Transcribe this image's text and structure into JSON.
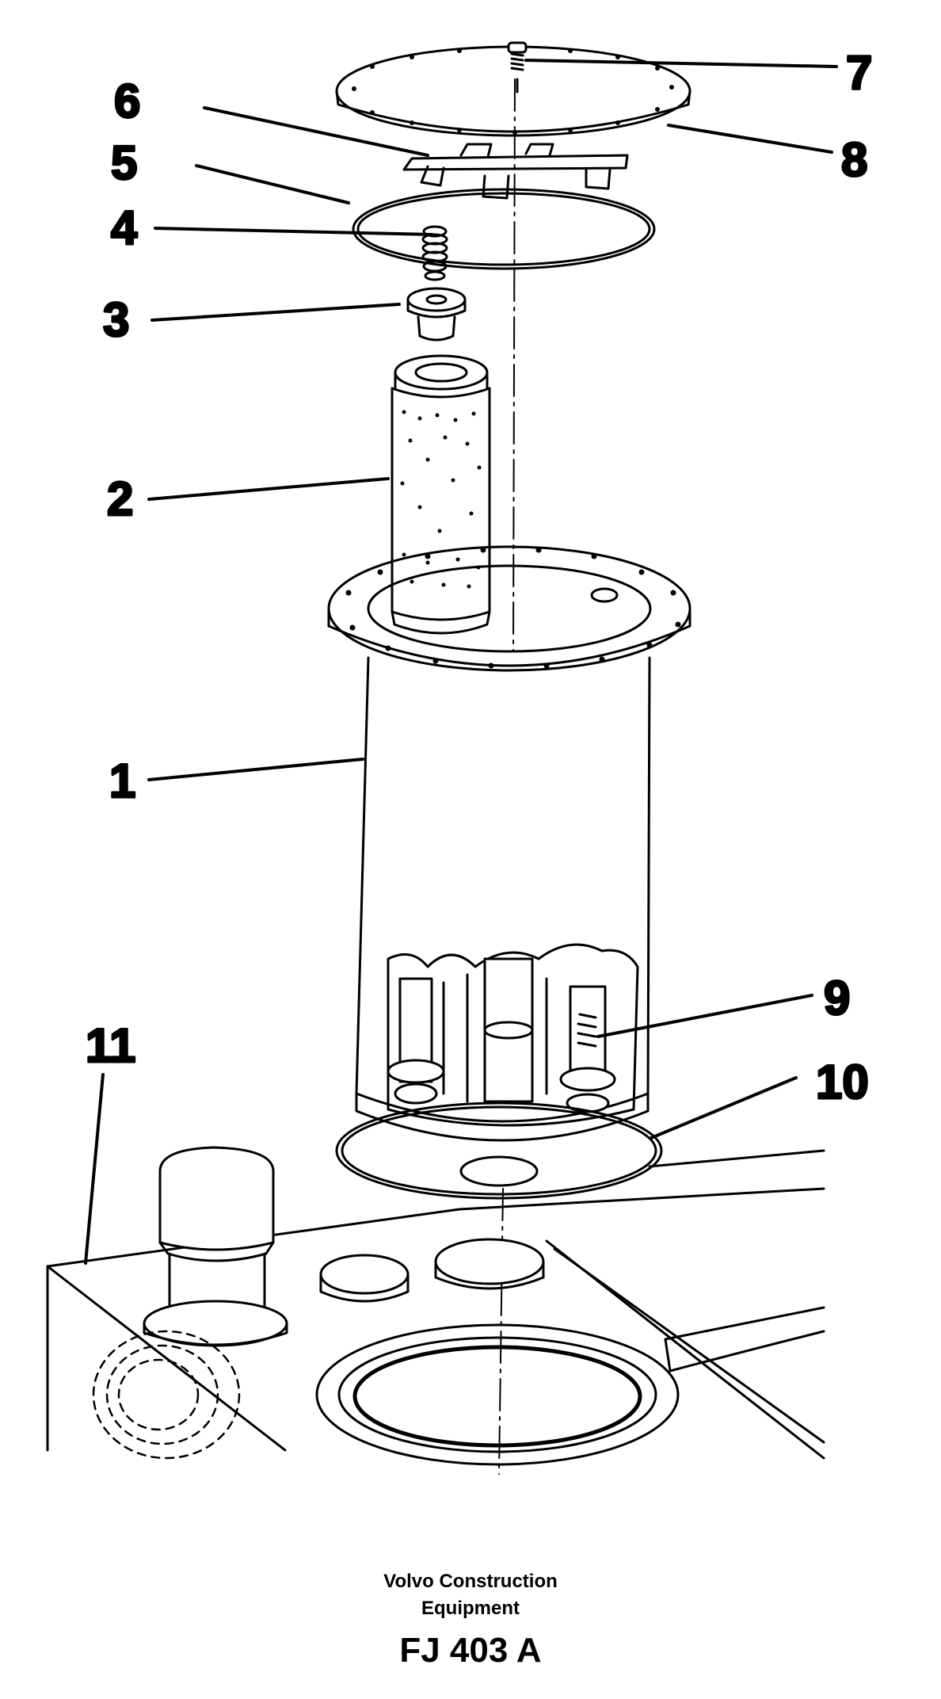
{
  "callouts": [
    {
      "id": "1",
      "label": "1"
    },
    {
      "id": "2",
      "label": "2"
    },
    {
      "id": "3",
      "label": "3"
    },
    {
      "id": "4",
      "label": "4"
    },
    {
      "id": "5",
      "label": "5"
    },
    {
      "id": "6",
      "label": "6"
    },
    {
      "id": "7",
      "label": "7"
    },
    {
      "id": "8",
      "label": "8"
    },
    {
      "id": "9",
      "label": "9"
    },
    {
      "id": "10",
      "label": "10"
    },
    {
      "id": "11",
      "label": "11"
    }
  ],
  "caption": {
    "line1": "Volvo Construction",
    "line2": "Equipment",
    "code": "FJ 403 A"
  }
}
